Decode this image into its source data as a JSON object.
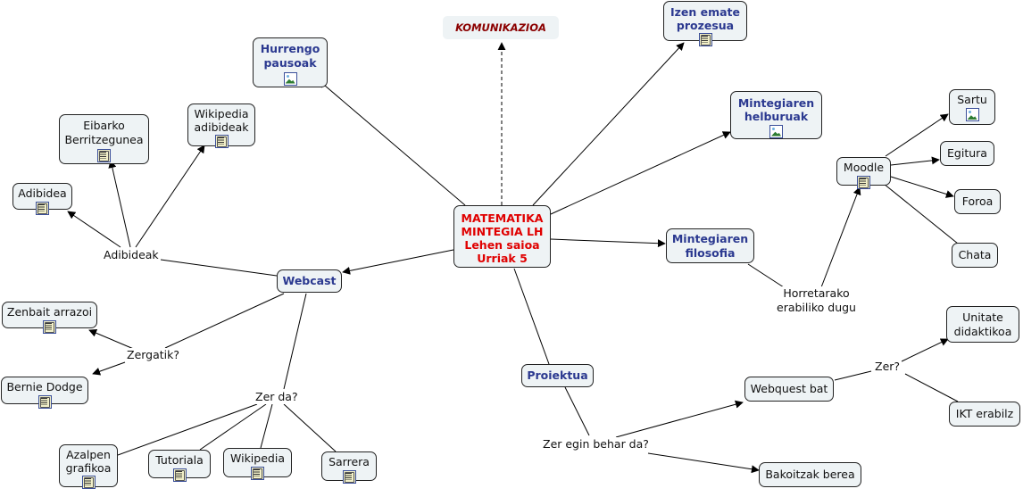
{
  "nodes": {
    "main": "MATEMATIKA\nMINTEGIA LH\nLehen saioa\nUrriak 5",
    "komunikazioa": "KOMUNIKAZIOA",
    "izen_emate": "Izen emate\nprozesua",
    "hurrengo": "Hurrengo\npausoak",
    "helburuak": "Mintegiaren\nhelburuak",
    "filosofia": "Mintegiaren\nfilosofia",
    "webcast": "Webcast",
    "proiektua": "Proiektua",
    "eibarko": "Eibarko\nBerritzegunea",
    "wikipedia_adib": "Wikipedia\nadibideak",
    "adibidea": "Adibidea",
    "zenbait": "Zenbait arrazoi",
    "bernie": "Bernie Dodge",
    "azalpen": "Azalpen\ngrafikoa",
    "tutoriala": "Tutoriala",
    "wikipedia": "Wikipedia",
    "sarrera": "Sarrera",
    "moodle": "Moodle",
    "sartu": "Sartu",
    "egitura": "Egitura",
    "foroa": "Foroa",
    "chata": "Chata",
    "webquest": "Webquest bat",
    "unitate": "Unitate\ndidaktikoa",
    "ikt": "IKT erabilz",
    "bakoitzak": "Bakoitzak berea"
  },
  "link_labels": {
    "adibideak": "Adibideak",
    "zergatik": "Zergatik?",
    "zer_da": "Zer da?",
    "horretarako": "Horretarako\nerabiliko dugu",
    "zer": "Zer?",
    "zer_egin": "Zer egin behar da?"
  },
  "icons": {
    "doc": "document-icon",
    "img": "image-icon"
  },
  "colors": {
    "concept_text": "#2b3990",
    "main_text": "#e00000",
    "top_text": "#8b0000",
    "node_fill": "#eef3f5"
  }
}
